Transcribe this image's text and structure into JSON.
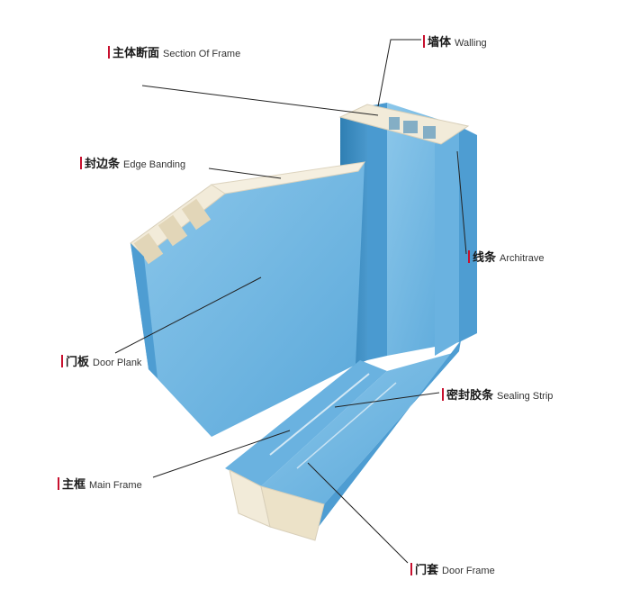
{
  "colors": {
    "accent_bar": "#c8102e",
    "panel_blue": "#6fb6e2",
    "panel_blue_dark": "#3a86b8",
    "core_cream": "#f2ebd9"
  },
  "labels": [
    {
      "id": "section-of-frame",
      "zh": "主体断面",
      "en": "Section Of Frame"
    },
    {
      "id": "walling",
      "zh": "墙体",
      "en": "Walling"
    },
    {
      "id": "edge-banding",
      "zh": "封边条",
      "en": "Edge Banding"
    },
    {
      "id": "architrave",
      "zh": "线条",
      "en": "Architrave"
    },
    {
      "id": "door-plank",
      "zh": "门板",
      "en": "Door Plank"
    },
    {
      "id": "sealing-strip",
      "zh": "密封胶条",
      "en": "Sealing Strip"
    },
    {
      "id": "main-frame",
      "zh": "主框",
      "en": "Main Frame"
    },
    {
      "id": "door-frame",
      "zh": "门套",
      "en": "Door Frame"
    }
  ]
}
